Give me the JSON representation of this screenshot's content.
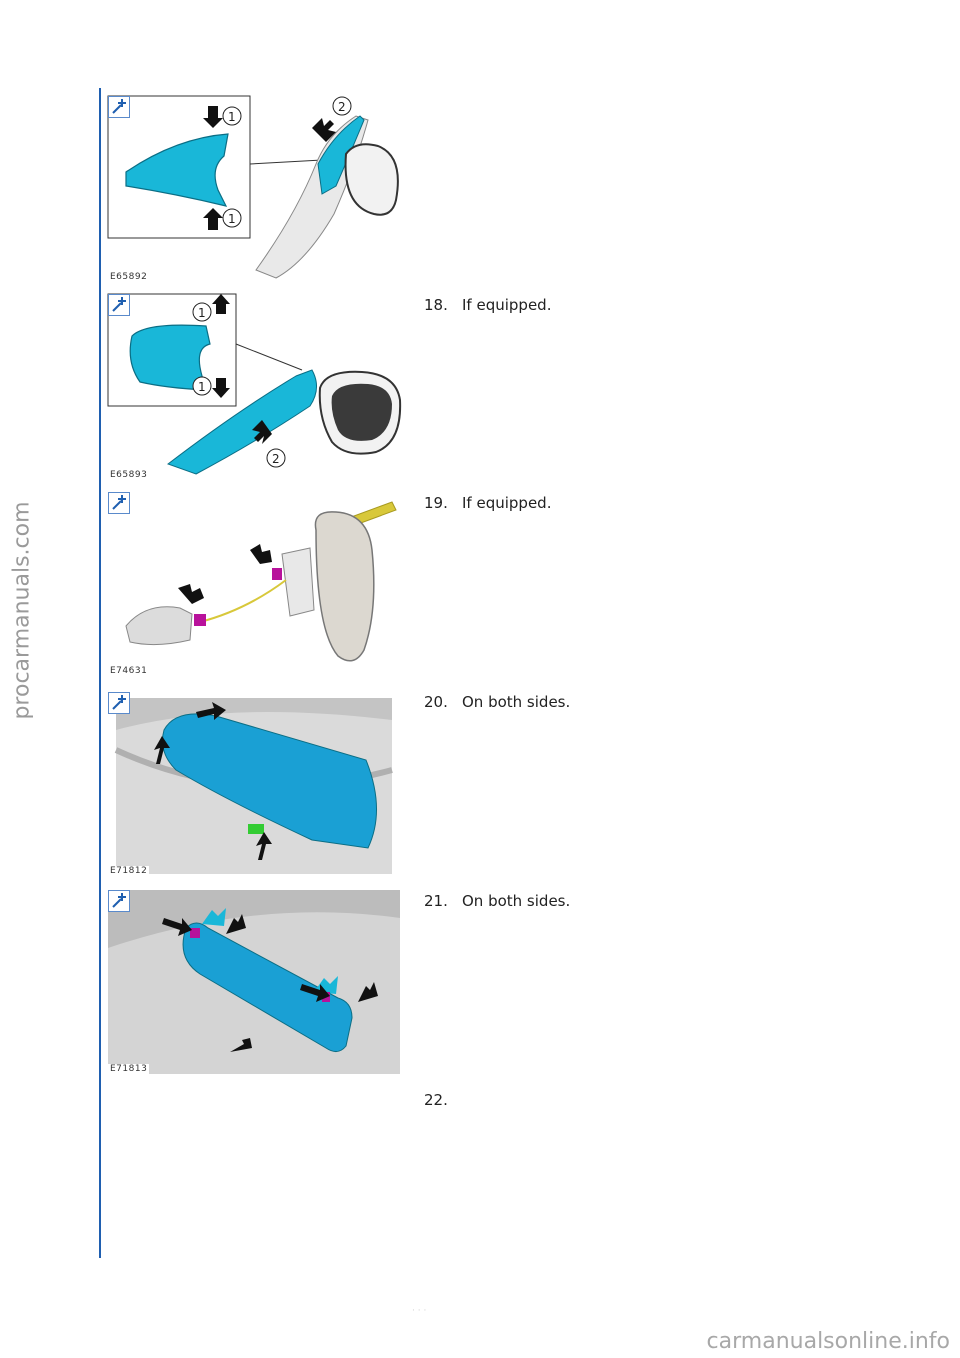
{
  "watermark": {
    "side": "procarmanuals.com",
    "bottom": "carmanualsonline.info"
  },
  "figures": [
    {
      "code": "E65892"
    },
    {
      "code": "E65893"
    },
    {
      "code": "E74631"
    },
    {
      "code": "E71812"
    },
    {
      "code": "E71813"
    }
  ],
  "steps": [
    {
      "num": "18.",
      "text": "If equipped."
    },
    {
      "num": "19.",
      "text": "If equipped."
    },
    {
      "num": "20.",
      "text": "On both sides."
    },
    {
      "num": "21.",
      "text": "On both sides."
    },
    {
      "num": "22.",
      "text": ""
    }
  ],
  "footer": {
    "page_text": "· · ·"
  },
  "colors": {
    "accent_line": "#1f5fb0",
    "highlight": "#19b7d8",
    "connector": "#b8129b"
  },
  "icons": [
    "zoom-icon",
    "arrow-icon"
  ]
}
